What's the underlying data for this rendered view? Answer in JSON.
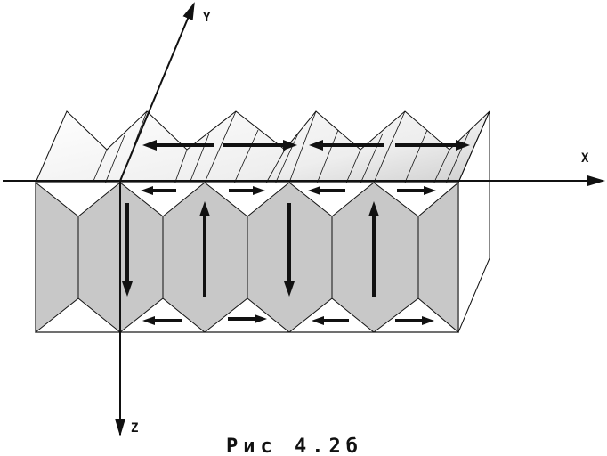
{
  "axes": {
    "x_label": "X",
    "y_label": "Y",
    "z_label": "Z"
  },
  "caption": "Рис 4.2б",
  "colors": {
    "wall_fill": "#c8c8c8",
    "top_fill": "#ffffff",
    "stroke": "#111111",
    "arrow": "#111111"
  }
}
